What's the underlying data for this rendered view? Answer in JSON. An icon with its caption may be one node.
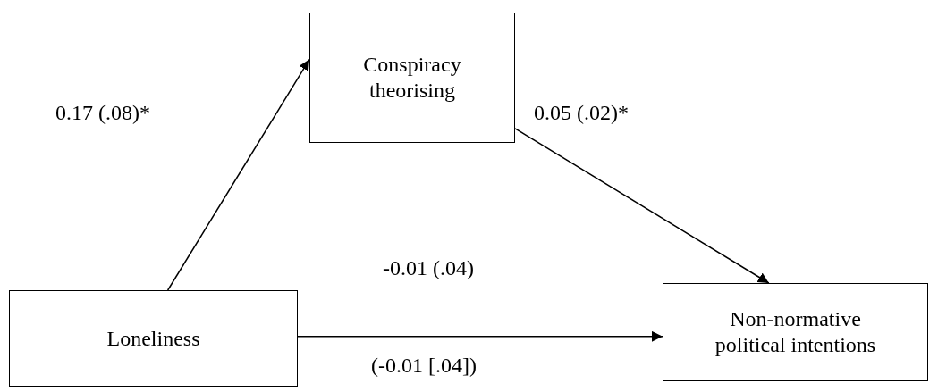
{
  "diagram": {
    "nodes": [
      {
        "text": [
          "Conspiracy theorising"
        ]
      },
      {
        "text": [
          "Loneliness"
        ]
      },
      {
        "text": [
          "Non-normative political intentions"
        ]
      }
    ],
    "edges": [
      {
        "from": 1,
        "to": 0,
        "arrow": "to",
        "label": "0.17 (.08)*"
      },
      {
        "from": 0,
        "to": 2,
        "arrow": "to",
        "label": "0.05 (.02)*"
      },
      {
        "from": 1,
        "to": 2,
        "arrow": "to",
        "label": "-0.01 (.04)"
      }
    ],
    "labels": [
      "(-0.01 [.04])"
    ]
  }
}
